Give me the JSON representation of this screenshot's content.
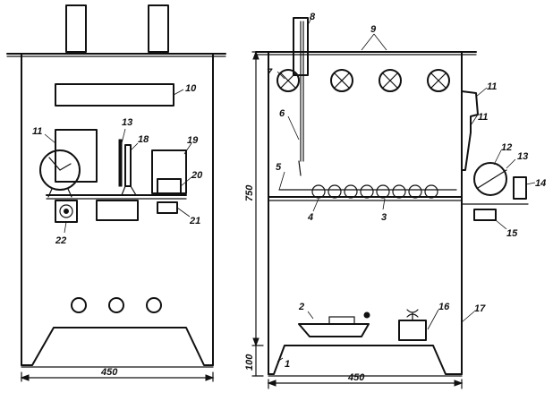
{
  "left_view": {
    "width_dim": "450",
    "callouts": {
      "c10": "10",
      "c11": "11",
      "c13": "13",
      "c18": "18",
      "c19": "19",
      "c20": "20",
      "c21": "21",
      "c22": "22"
    }
  },
  "right_view": {
    "width_dim": "450",
    "height_dim": "750",
    "base_dim": "100",
    "callouts": {
      "c1": "1",
      "c2": "2",
      "c3": "3",
      "c4": "4",
      "c5": "5",
      "c6": "6",
      "c7": "7",
      "c8": "8",
      "c9": "9",
      "c11": "11",
      "c11b": "11",
      "c12": "12",
      "c13": "13",
      "c14": "14",
      "c15": "15",
      "c16": "16",
      "c17": "17"
    }
  }
}
